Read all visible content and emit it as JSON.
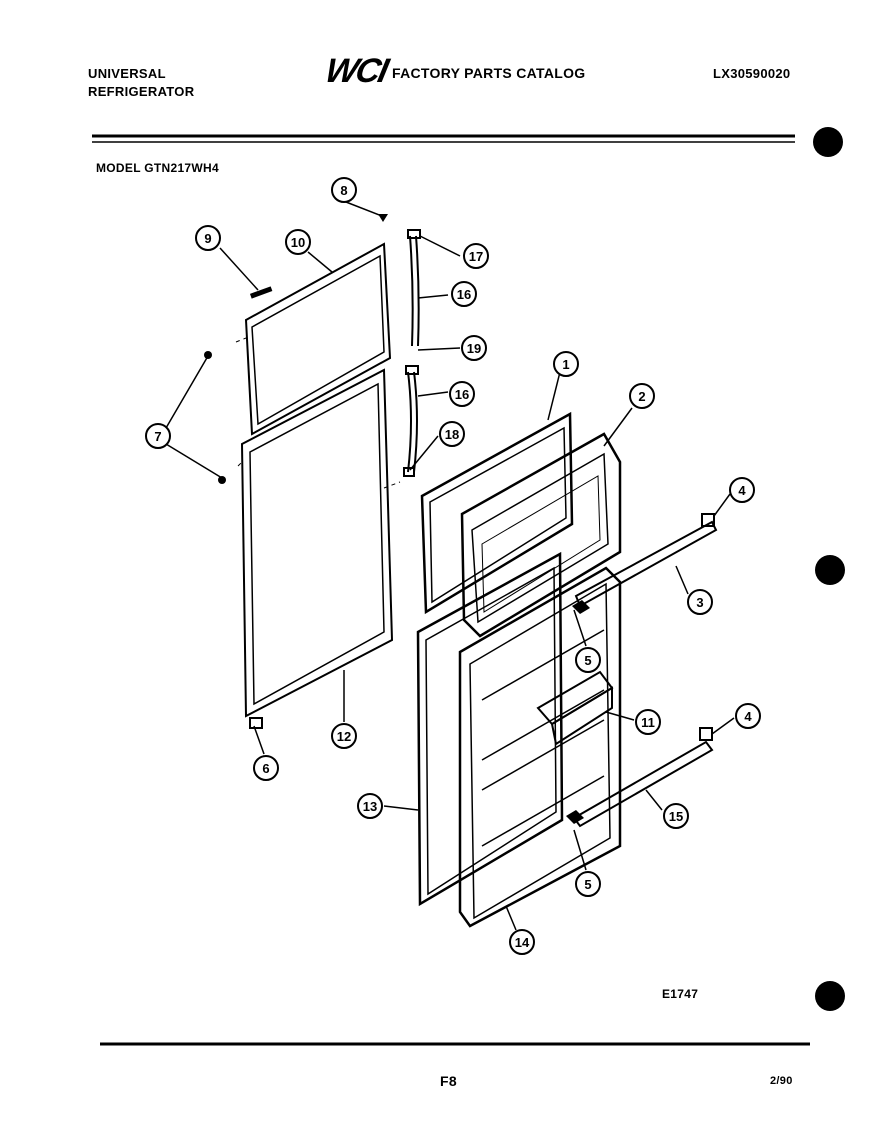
{
  "header": {
    "company_line1": "UNIVERSAL",
    "company_line2": "REFRIGERATOR",
    "logo": "WCI",
    "catalog_title": "FACTORY PARTS CATALOG",
    "doc_number": "LX30590020"
  },
  "model": "MODEL GTN217WH4",
  "diagram": {
    "code": "E1747",
    "callouts": [
      "1",
      "2",
      "3",
      "4",
      "4",
      "5",
      "5",
      "6",
      "7",
      "8",
      "9",
      "10",
      "11",
      "12",
      "13",
      "14",
      "15",
      "16",
      "16",
      "17",
      "18",
      "19"
    ]
  },
  "footer": {
    "page": "F8",
    "date": "2/90"
  }
}
